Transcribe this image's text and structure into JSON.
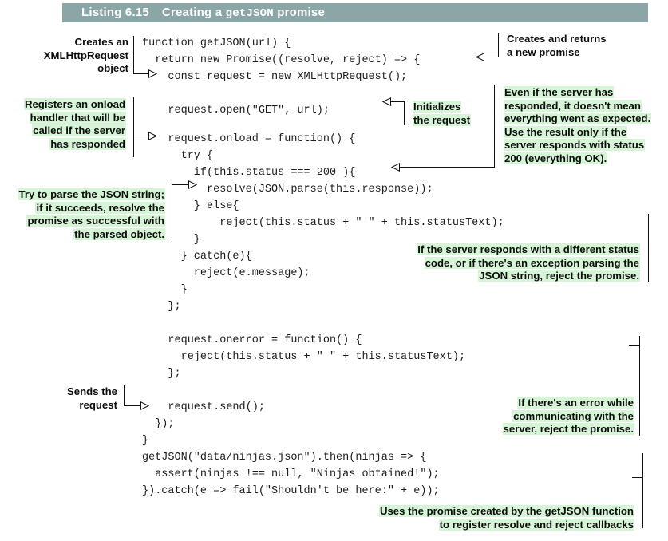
{
  "listing": {
    "caption_number": "Listing 6.15",
    "caption_text_before": "Creating a ",
    "caption_code": "getJSON",
    "caption_text_after": " promise",
    "header_bg": "#8aa6a6",
    "header_text_color": "#ffffff",
    "highlight_color": "#d6f5d6"
  },
  "code": {
    "block1": "function getJSON(url) {\n  return new Promise((resolve, reject) => {\n    const request = new XMLHttpRequest();",
    "block2": "    request.open(\"GET\", url);",
    "block3": "    request.onload = function() {\n      try {\n        if(this.status === 200 ){\n          resolve(JSON.parse(this.response));\n        } else{\n            reject(this.status + \" \" + this.statusText);\n        }\n      } catch(e){\n        reject(e.message);\n      }\n    };",
    "block4": "    request.onerror = function() {\n      reject(this.status + \" \" + this.statusText);\n    };",
    "block5": "    request.send();\n  });\n}",
    "block6": "getJSON(\"data/ninjas.json\").then(ninjas => {\n  assert(ninjas !== null, \"Ninjas obtained!\");\n}).catch(e => fail(\"Shouldn't be here:\" + e));"
  },
  "annotations": {
    "creates_xhr": {
      "lines": [
        "Creates an",
        "XMLHttpRequest",
        "object"
      ],
      "highlighted": false
    },
    "registers_onload": {
      "lines": [
        "Registers an onload",
        "handler that will be",
        "called if the server",
        "has responded"
      ],
      "highlighted": true
    },
    "try_parse": {
      "lines": [
        "Try to parse the JSON string;",
        "if it succeeds, resolve the",
        "promise as successful with",
        "the parsed object."
      ],
      "highlighted": true
    },
    "sends_request": {
      "lines": [
        "Sends the",
        "request"
      ],
      "highlighted": false
    },
    "creates_returns": {
      "lines": [
        "Creates and returns",
        "a new promise"
      ],
      "highlighted": false
    },
    "initializes": {
      "lines": [
        "Initializes",
        "the request"
      ],
      "highlighted": true
    },
    "even_if_server": {
      "lines": [
        "Even if the server has",
        "responded, it doesn't mean",
        "everything went as expected.",
        "Use the result only if the",
        "server responds with status",
        "200 (everything OK)."
      ],
      "highlighted": true
    },
    "different_status": {
      "lines": [
        "If the server responds with a different status",
        "code, or if there's an exception parsing the",
        "JSON string, reject the promise."
      ],
      "highlighted": true
    },
    "error_communicating": {
      "lines": [
        "If there's an error while",
        "communicating with the",
        "server, reject the promise."
      ],
      "highlighted": true
    },
    "uses_promise": {
      "lines": [
        "Uses the promise created by the getJSON function",
        "to register resolve and reject callbacks"
      ],
      "highlighted": true
    }
  }
}
